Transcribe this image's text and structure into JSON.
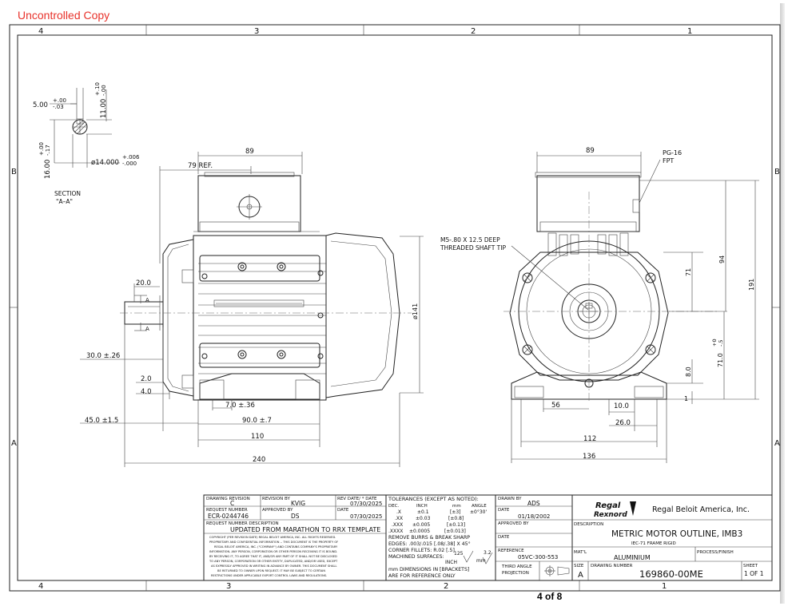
{
  "header": {
    "uncontrolled": "Uncontrolled Copy"
  },
  "zones": {
    "top": [
      "4",
      "3",
      "2",
      "1"
    ],
    "bottom": [
      "4",
      "3",
      "2",
      "1"
    ],
    "left": [
      "B",
      "A"
    ],
    "right": [
      "B",
      "A"
    ]
  },
  "section": {
    "title_line1": "SECTION",
    "title_line2": "\"A–A\"",
    "key_width": "5.00",
    "key_width_tol_plus": "+.00",
    "key_width_tol_minus": "-.03",
    "key_depth": "11.00",
    "key_depth_tol_plus": "+.10",
    "key_depth_tol_minus": "-.00",
    "height": "16.00",
    "height_tol_plus": "+.00",
    "height_tol_minus": "-.17",
    "shaft_dia": "ø14.000",
    "shaft_tol_plus": "+.006",
    "shaft_tol_minus": "-.000"
  },
  "side_view": {
    "top_width": "89",
    "ref": "79  REF.",
    "dia141": "ø141",
    "d20": "20.0",
    "a_label": "A",
    "d30": "30.0 ±.26",
    "d2": "2.0",
    "d4": "4.0",
    "d7": "7.0 ±.36",
    "d90": "90.0 ±.7",
    "d45": "45.0 ±1.5",
    "d110": "110",
    "d240": "240"
  },
  "front_view": {
    "top_width": "89",
    "pg_line1": "PG-16",
    "pg_line2": "FPT",
    "thread_line1": "M5-.80 X 12.5 DEEP",
    "thread_line2": "THREADED SHAFT TIP",
    "h94": "94",
    "h71": "71",
    "h191": "191",
    "h71tol": "71.0 +0\n–.5",
    "h71tol_main": "71.0",
    "h71tol_plus": "+0",
    "h71tol_minus": "-.5",
    "h8": "8.0",
    "h1": "1",
    "w56": "56",
    "w10": "10.0",
    "w26": "26.0",
    "w112": "112",
    "w136": "136"
  },
  "title_block": {
    "drawing_revision_label": "DRAWING REVISION",
    "drawing_revision": "C",
    "revision_by_label": "REVISION BY",
    "revision_by": "KVIG",
    "rev_date_label": "REV DATE/ * DATE",
    "rev_date": "07/30/2025",
    "request_number_label": "REQUEST NUMBER",
    "request_number": "ECR-0244746",
    "approved_by_label": "APPROVED BY",
    "approved_by": "DS",
    "date_label": "DATE",
    "approved_date": "07/30/2025",
    "request_desc_label": "REQUEST NUMBER DESCRIPTION",
    "request_desc": "UPDATED FROM MARATHON TO RRX TEMPLATE",
    "copyright_lines": [
      "COPYRIGHT (PER REVISION DATE) REGAL BELOIT AMERICA, INC. ALL RIGHTS RESERVED.",
      "PROPRIETARY AND CONFIDENTIAL INFORMATION -- THIS DOCUMENT IS THE PROPERTY OF",
      "REGAL BELOIT AMERICA, INC. (\"COMPANY\") AND CONTAINS COMPANY'S PROPRIETARY",
      "INFORMATION. ANY PERSON, CORPORATION OR OTHER PERSON RECEIVING IT IS BOUND.",
      "BY RECEIVING IT, TO AGREE THAT IT, AND/OR ANY PART OF IT SHALL NOT BE DISCLOSED",
      "TO ANY PERSON, CORPORATION OR OTHER ENTITY, DUPLICATED, AND/OR USED, EXCEPT",
      "AS EXPRESSLY APPROVED IN WRITING IN ADVANCE BY OWNER. THIS DOCUMENT SHALL",
      "BE RETURNED TO OWNER UPON REQUEST. IT MAY BE SUBJECT TO CERTAIN",
      "RESTRICTIONS UNDER APPLICABLE EXPORT CONTROL LAWS AND REGULATIONS."
    ],
    "tolerances_title": "TOLERANCES (EXCEPT AS NOTED):",
    "tol_head_dec": "DEC.",
    "tol_head_inch": "INCH",
    "tol_head_mm": "mm",
    "tol_head_angle": "ANGLE",
    "tol_rows": [
      {
        "dec": ".X",
        "inch": "±0.1",
        "mm": "[±3]",
        "angle": "±0°30'"
      },
      {
        "dec": ".XX",
        "inch": "±0.03",
        "mm": "[±0.8]",
        "angle": ""
      },
      {
        "dec": ".XXX",
        "inch": "±0.005",
        "mm": "[±0.13]",
        "angle": ""
      },
      {
        "dec": ".XXXX",
        "inch": "±0.0005",
        "mm": "[±0.013]",
        "angle": ""
      }
    ],
    "remove_burrs": "REMOVE BURRS & BREAK SHARP",
    "edges": "EDGES: .003/.015 [.08/.38] X 45°",
    "corner_fillets": "CORNER FILLETS: R.02 [.5]",
    "machined_surfaces": "MACHINED SURFACES:",
    "surface_inch_value": "125",
    "surface_inch_label": "INCH",
    "surface_mm_value": "3.2",
    "surface_mm_label": "mm",
    "mm_note": "mm DIMENSIONS IN [BRACKETS]",
    "ref_note": "ARE FOR REFERENCE ONLY",
    "drawn_by_label": "DRAWN BY",
    "drawn_by": "ADS",
    "drawn_date_label": "DATE",
    "drawn_date": "01/18/2002",
    "approved_by2_label": "APPROVED BY",
    "date2_label": "DATE",
    "reference_label": "REFERENCE",
    "reference": "05VC-300-553",
    "projection_line1": "THIRD ANGLE",
    "projection_line2": "PROJECTION",
    "logo_line1": "Regal",
    "logo_line2": "Rexnord",
    "company": "Regal Beloit America, Inc.",
    "description_label": "DESCRIPTION",
    "description": "METRIC MOTOR OUTLINE, IMB3",
    "description_sub": "IEC-71 FRAME RIGID",
    "matl_label": "MAT'L",
    "matl": "ALUMINIUM",
    "process_label": "PROCESS/FINISH",
    "size_label": "SIZE",
    "size": "A",
    "drawing_number_label": "DRAWING NUMBER",
    "drawing_number": "169860-00ME",
    "sheet_label": "SHEET",
    "sheet": "1 OF 1"
  },
  "footer": {
    "page": "4 of 8"
  }
}
